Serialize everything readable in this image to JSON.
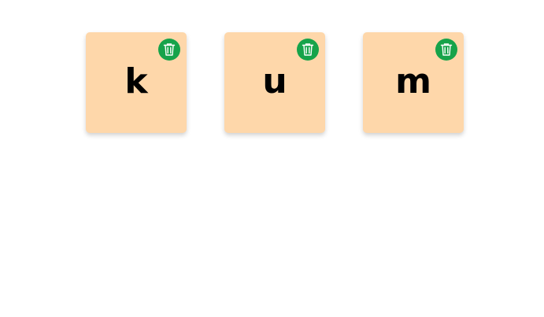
{
  "tiles": [
    {
      "letter": "k",
      "delete_icon": "trash-icon"
    },
    {
      "letter": "u",
      "delete_icon": "trash-icon"
    },
    {
      "letter": "m",
      "delete_icon": "trash-icon"
    }
  ],
  "colors": {
    "tile_background": "#fed7aa",
    "delete_button": "#16a34a",
    "letter": "#000000",
    "page_background": "#ffffff"
  }
}
